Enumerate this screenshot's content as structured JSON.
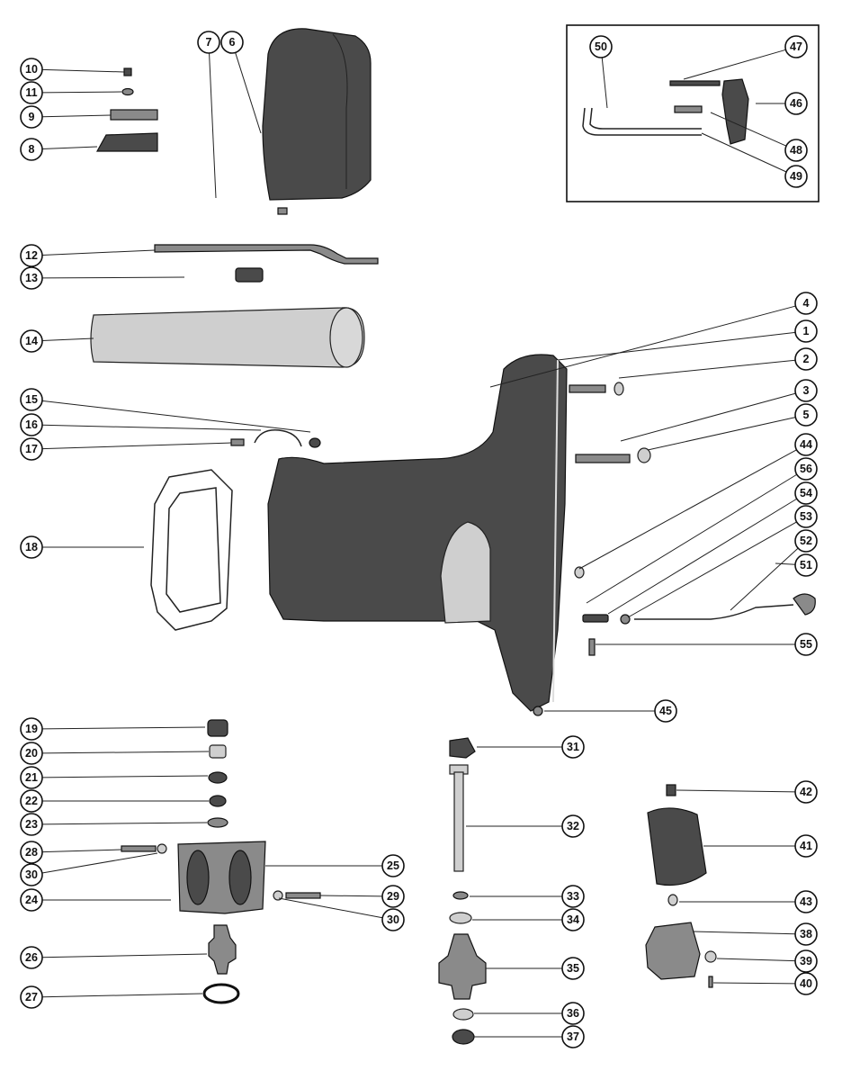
{
  "diagram": {
    "callouts": [
      {
        "id": "c10",
        "label": "10"
      },
      {
        "id": "c11",
        "label": "11"
      },
      {
        "id": "c9",
        "label": "9"
      },
      {
        "id": "c8",
        "label": "8"
      },
      {
        "id": "c7",
        "label": "7"
      },
      {
        "id": "c6",
        "label": "6"
      },
      {
        "id": "c50",
        "label": "50"
      },
      {
        "id": "c47",
        "label": "47"
      },
      {
        "id": "c46",
        "label": "46"
      },
      {
        "id": "c48",
        "label": "48"
      },
      {
        "id": "c49",
        "label": "49"
      },
      {
        "id": "c12",
        "label": "12"
      },
      {
        "id": "c13",
        "label": "13"
      },
      {
        "id": "c14",
        "label": "14"
      },
      {
        "id": "c4",
        "label": "4"
      },
      {
        "id": "c1",
        "label": "1"
      },
      {
        "id": "c2",
        "label": "2"
      },
      {
        "id": "c3",
        "label": "3"
      },
      {
        "id": "c5",
        "label": "5"
      },
      {
        "id": "c15",
        "label": "15"
      },
      {
        "id": "c16",
        "label": "16"
      },
      {
        "id": "c17",
        "label": "17"
      },
      {
        "id": "c44",
        "label": "44"
      },
      {
        "id": "c56",
        "label": "56"
      },
      {
        "id": "c54",
        "label": "54"
      },
      {
        "id": "c53",
        "label": "53"
      },
      {
        "id": "c52",
        "label": "52"
      },
      {
        "id": "c51",
        "label": "51"
      },
      {
        "id": "c18",
        "label": "18"
      },
      {
        "id": "c55",
        "label": "55"
      },
      {
        "id": "c45",
        "label": "45"
      },
      {
        "id": "c19",
        "label": "19"
      },
      {
        "id": "c20",
        "label": "20"
      },
      {
        "id": "c21",
        "label": "21"
      },
      {
        "id": "c22",
        "label": "22"
      },
      {
        "id": "c23",
        "label": "23"
      },
      {
        "id": "c28",
        "label": "28"
      },
      {
        "id": "c30a",
        "label": "30"
      },
      {
        "id": "c25",
        "label": "25"
      },
      {
        "id": "c24",
        "label": "24"
      },
      {
        "id": "c29",
        "label": "29"
      },
      {
        "id": "c30b",
        "label": "30"
      },
      {
        "id": "c26",
        "label": "26"
      },
      {
        "id": "c27",
        "label": "27"
      },
      {
        "id": "c31",
        "label": "31"
      },
      {
        "id": "c32",
        "label": "32"
      },
      {
        "id": "c33",
        "label": "33"
      },
      {
        "id": "c34",
        "label": "34"
      },
      {
        "id": "c35",
        "label": "35"
      },
      {
        "id": "c36",
        "label": "36"
      },
      {
        "id": "c37",
        "label": "37"
      },
      {
        "id": "c42",
        "label": "42"
      },
      {
        "id": "c41",
        "label": "41"
      },
      {
        "id": "c43",
        "label": "43"
      },
      {
        "id": "c38",
        "label": "38"
      },
      {
        "id": "c39",
        "label": "39"
      },
      {
        "id": "c40",
        "label": "40"
      }
    ]
  }
}
